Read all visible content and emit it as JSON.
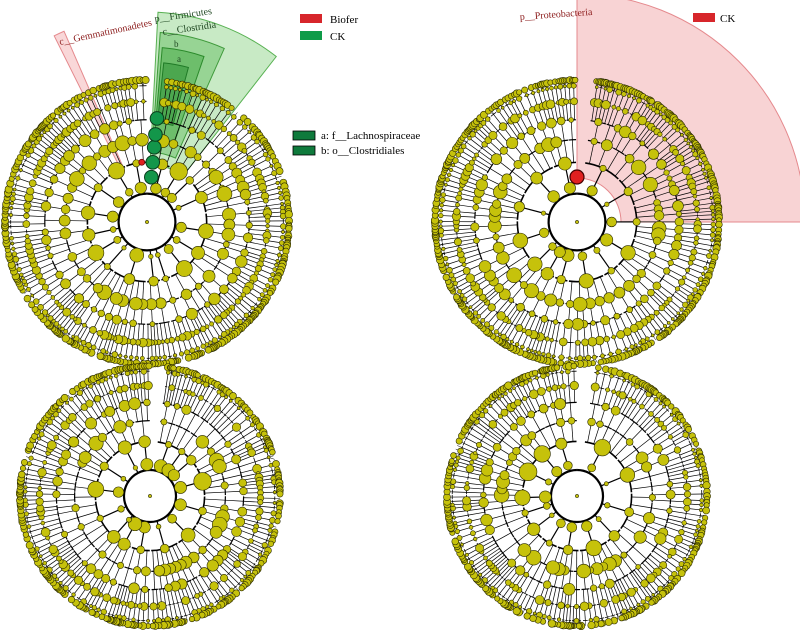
{
  "panels": [
    {
      "id": "top-left",
      "taxa": {
        "gemmatimonadetes": "c__Gemmatimonadetes",
        "firmicutes": "p__Firmicutes",
        "clostridia": "c__Clostridia",
        "b": "b",
        "a": "a"
      },
      "legend": [
        {
          "label": "Biofer",
          "color": "#d7262b"
        },
        {
          "label": "CK",
          "color": "#0f9b48"
        }
      ],
      "key": [
        {
          "label": "a: f__Lachnospiraceae",
          "color": "#0f7a3c"
        },
        {
          "label": "b: o__Clostridiales",
          "color": "#0f7a3c"
        }
      ]
    },
    {
      "id": "top-right",
      "taxa": {
        "proteobacteria": "p__Proteobacteria"
      },
      "legend": [
        {
          "label": "CK",
          "color": "#d7262b"
        }
      ]
    },
    {
      "id": "bottom-left"
    },
    {
      "id": "bottom-right"
    }
  ],
  "colors": {
    "node": "#c6c20b",
    "node_stroke": "#2a2a00",
    "branch": "#000000",
    "highlight_red": "#f4b6b8",
    "highlight_green": "#7fcf7a",
    "node_green": "#13964a",
    "node_red": "#e02020"
  }
}
